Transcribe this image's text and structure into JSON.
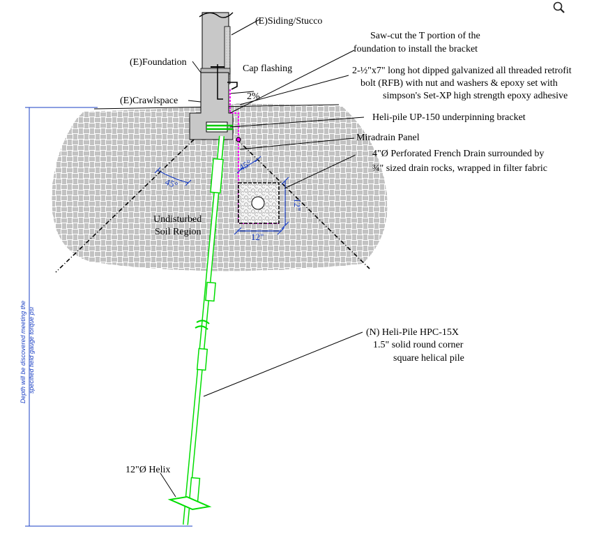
{
  "labels": {
    "siding": "(E)Siding/Stucco",
    "foundation": "(E)Foundation",
    "crawlspace": "(E)Crawlspace",
    "cap_flashing": "Cap flashing",
    "slope": "2%",
    "saw_cut_1": "Saw-cut the T portion of the",
    "saw_cut_2": "foundation to install the bracket",
    "bolt_1": "2-½\"x7\" long hot dipped galvanized all threaded retrofit",
    "bolt_2": "bolt (RFB) with nut and washers & epoxy set with",
    "bolt_3": "simpson's Set-XP high strength epoxy adhesive",
    "bracket": "Heli-pile UP-150 underpinning bracket",
    "miradrain": "Miradrain Panel",
    "drain_1": "4\"Ø Perforated French Drain surrounded by",
    "drain_2": "¾\" sized drain rocks, wrapped in filter fabric",
    "soil_1": "Undisturbed",
    "soil_2": "Soil Region",
    "pile_1": "(N)  Heli-Pile HPC-15X",
    "pile_2": "1.5\" solid round corner",
    "pile_3": "square helical pile",
    "helix": "12\"Ø Helix",
    "depth_1": "Depth will be discovered meeting the",
    "depth_2": "specified field gauge torque psi"
  },
  "dimensions": {
    "angle_left": "45°",
    "angle_right": "45°",
    "trench_width": "12\"",
    "trench_height": "12\""
  },
  "colors": {
    "pile": "#00dd00",
    "dimension": "#1a3fc4",
    "miradrain": "#ff00ff",
    "foundation": "#c8c8c8",
    "soil_hatch": "#555555"
  },
  "toolbar": {
    "zoom_icon": "magnifier-icon"
  }
}
